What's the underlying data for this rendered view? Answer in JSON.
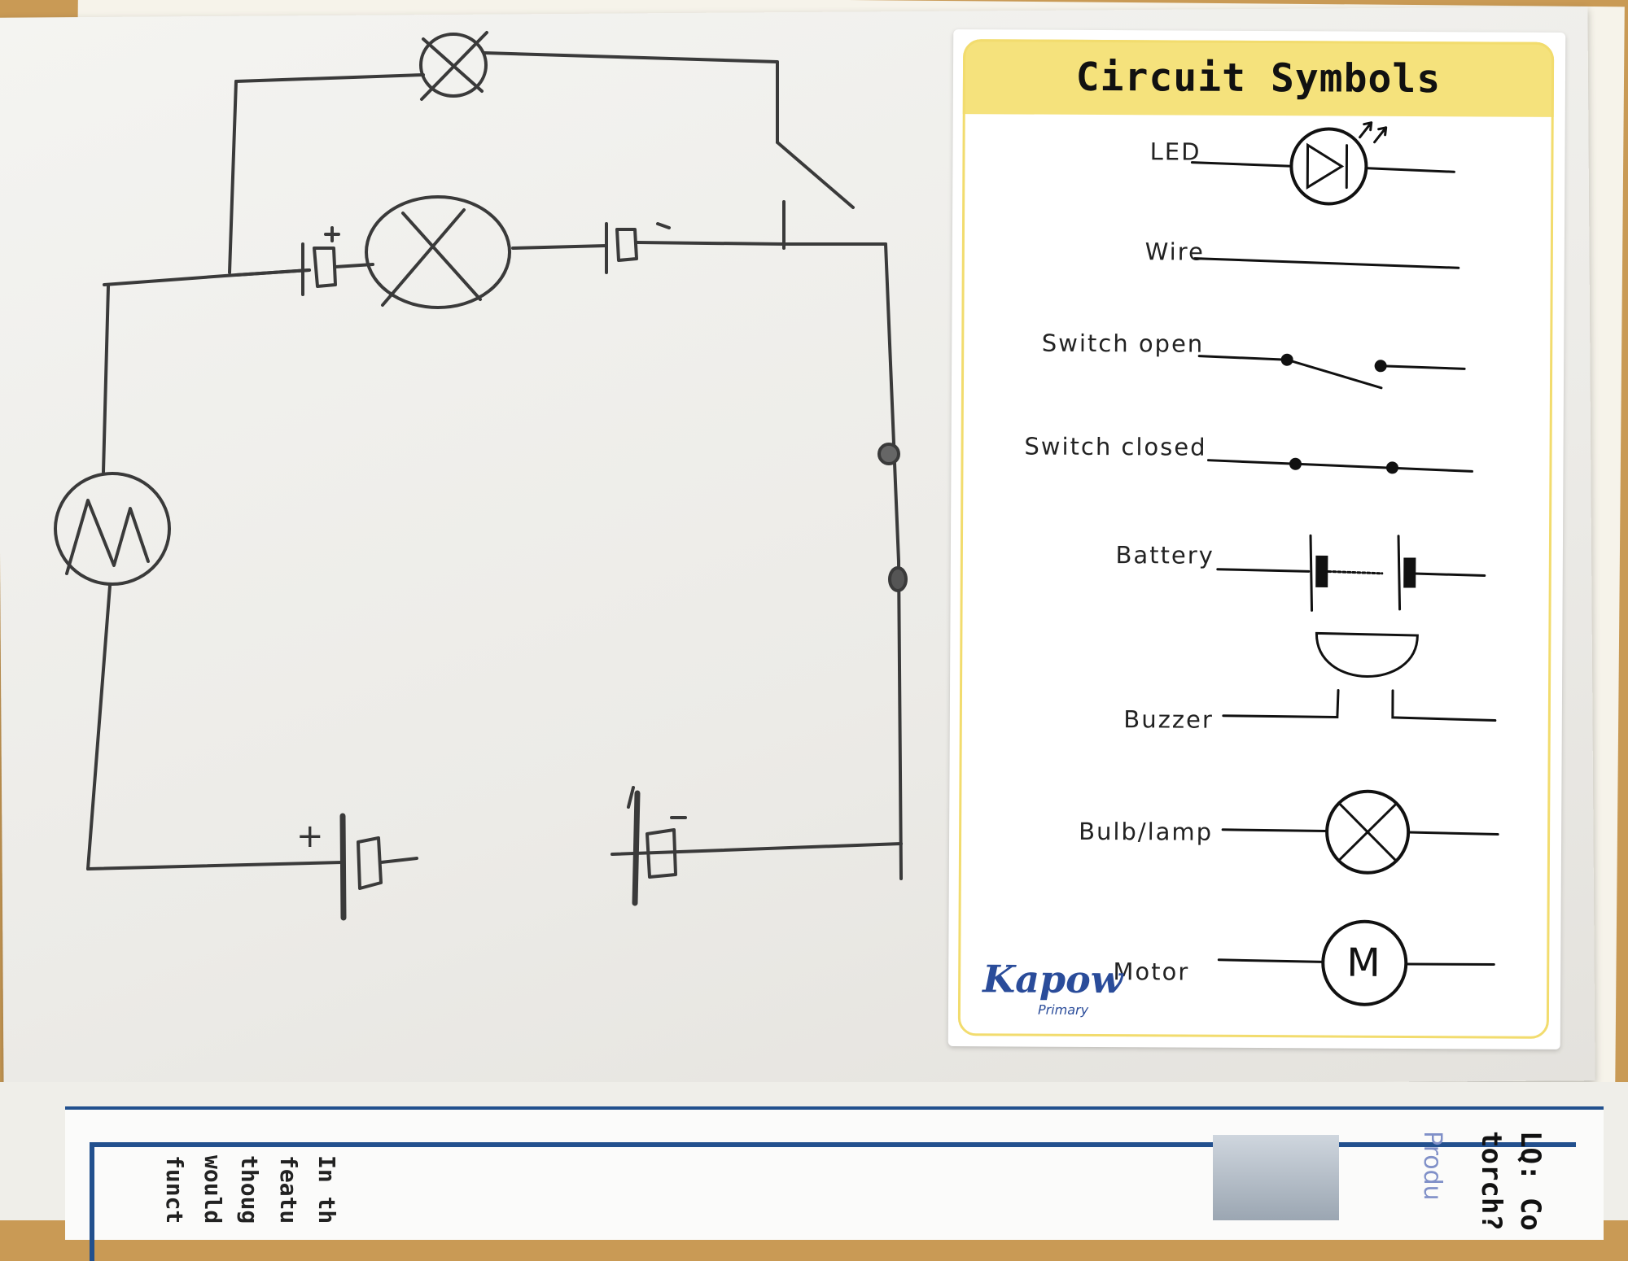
{
  "card": {
    "title": "Circuit Symbols",
    "symbols": [
      {
        "label": "LED",
        "icon": "led-symbol"
      },
      {
        "label": "Wire",
        "icon": "wire-symbol"
      },
      {
        "label": "Switch open",
        "icon": "switch-open-symbol"
      },
      {
        "label": "Switch closed",
        "icon": "switch-closed-symbol"
      },
      {
        "label": "Battery",
        "icon": "battery-symbol"
      },
      {
        "label": "Buzzer",
        "icon": "buzzer-symbol"
      },
      {
        "label": "Bulb/lamp",
        "icon": "bulb-symbol"
      },
      {
        "label": "Motor",
        "icon": "motor-symbol"
      }
    ],
    "motor_letter": "M",
    "logo": "Kapow",
    "logo_sub": "Primary"
  },
  "drawing": {
    "plus_sign": "+",
    "minus_sign": "-"
  },
  "worksheet": {
    "line1": "In th",
    "line2": "featu",
    "line3": "thoug",
    "line4": "would",
    "line5": "funct",
    "title_line1": "LQ: Co",
    "title_line2": "torch?",
    "subtitle": "Produ"
  }
}
